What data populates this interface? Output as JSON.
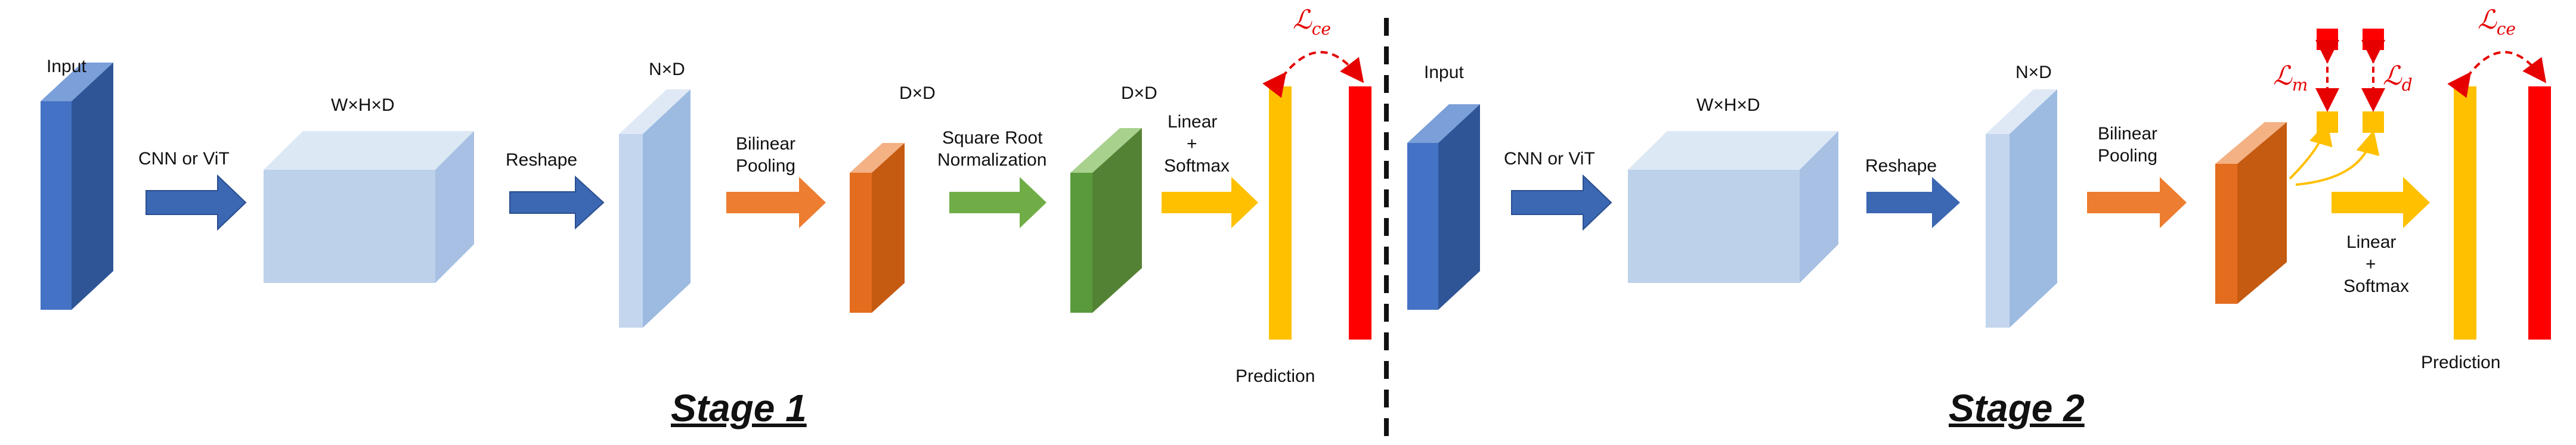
{
  "stage1": {
    "title": "Stage 1",
    "input_label": "Input",
    "backbone_label": "CNN or ViT",
    "feature_label": "W×H×D",
    "reshape_label": "Reshape",
    "reshaped_label": "N×D",
    "bilinear_label_1": "Bilinear",
    "bilinear_label_2": "Pooling",
    "bilinear_out_label": "D×D",
    "sqrt_label_1": "Square Root",
    "sqrt_label_2": "Normalization",
    "sqrt_out_label": "D×D",
    "linear_label_1": "Linear",
    "linear_label_2": "+",
    "linear_label_3": "Softmax",
    "prediction_label": "Prediction",
    "loss_ce": "ℒ",
    "loss_ce_sub": "ce"
  },
  "stage2": {
    "title": "Stage 2",
    "input_label": "Input",
    "backbone_label": "CNN or ViT",
    "feature_label": "W×H×D",
    "reshape_label": "Reshape",
    "reshaped_label": "N×D",
    "bilinear_label_1": "Bilinear",
    "bilinear_label_2": "Pooling",
    "linear_label_1": "Linear",
    "linear_label_2": "+",
    "linear_label_3": "Softmax",
    "prediction_label": "Prediction",
    "loss_m": "ℒ",
    "loss_m_sub": "m",
    "loss_d": "ℒ",
    "loss_d_sub": "d",
    "loss_ce": "ℒ",
    "loss_ce_sub": "ce"
  },
  "colors": {
    "input_front": "#4472c4",
    "input_side": "#2f5597",
    "feature_cube": "#bdd1ea",
    "reshaped": "#9dbbe0",
    "bilinear": "#e36c1f",
    "sqrt": "#5a9a3c",
    "linear": "#ffc000",
    "loss": "#ff0000",
    "arrow_blue": "#3b67b3",
    "arrow_orange": "#ed7d31",
    "arrow_green": "#70ad47",
    "arrow_yellow": "#ffc000"
  }
}
